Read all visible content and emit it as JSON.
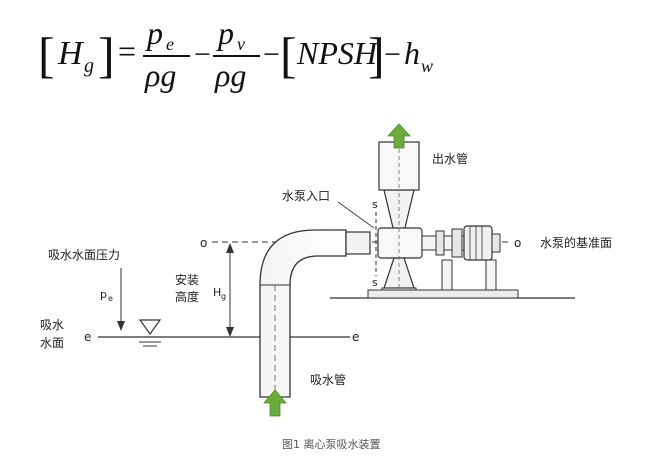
{
  "formula": {
    "H": "H",
    "g_sub": "g",
    "equals": "=",
    "p": "p",
    "e_sub": "e",
    "rho_g_1": "ρg",
    "minus_1": "−",
    "v_sub": "v",
    "rho_g_2": "ρg",
    "minus_2": "−",
    "npsh": "NPSH",
    "minus_3": "−",
    "h": "h",
    "w_sub": "w"
  },
  "labels": {
    "outlet_pipe": "出水管",
    "pump_inlet": "水泵入口",
    "pump_datum": "水泵的基准面",
    "suction_surface_pressure": "吸水水面压力",
    "pe_main": "p",
    "pe_sub": "e",
    "install_height_line1": "安装",
    "install_height_line2": "高度",
    "hg_main": "H",
    "hg_sub": "g",
    "suction_surface_line1": "吸水",
    "suction_surface_line2": "水面",
    "suction_pipe": "吸水管",
    "o_left": "o",
    "o_right": "o",
    "e_left": "e",
    "e_right": "e",
    "s_top": "s",
    "s_bottom": "s"
  },
  "caption": "图1 离心泵吸水装置",
  "colors": {
    "arrow_green": "#6aab3a",
    "line": "#333333"
  }
}
